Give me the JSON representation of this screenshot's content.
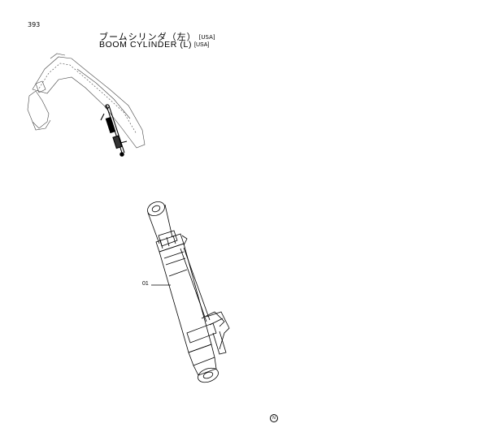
{
  "page": {
    "number": "393"
  },
  "title": {
    "japanese": "ブームシリンダ（左）",
    "english": "BOOM CYLINDER (L)",
    "tag": "[USA]"
  },
  "callouts": [
    {
      "label": "01"
    }
  ],
  "footer_mark": "N"
}
